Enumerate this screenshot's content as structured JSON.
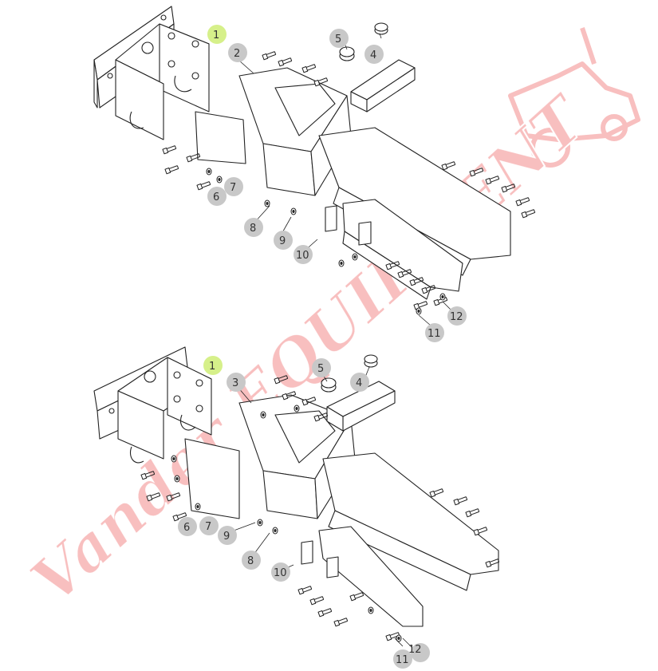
{
  "colors": {
    "line": "#222222",
    "callout_bg": "#c8c8c8",
    "callout_highlight": "#d6f08a",
    "callout_text": "#333333",
    "watermark": "#f28a8a"
  },
  "diagrams": [
    {
      "view": "upper",
      "callouts": [
        "1",
        "2",
        "4",
        "5",
        "6",
        "7",
        "8",
        "9",
        "10",
        "11",
        "12"
      ]
    },
    {
      "view": "lower",
      "callouts": [
        "1",
        "3",
        "4",
        "5",
        "6",
        "7",
        "8",
        "9",
        "10",
        "11",
        "12"
      ]
    }
  ],
  "watermark": {
    "text": "Vander EQUIPMENT",
    "icon": "tractor-icon"
  }
}
